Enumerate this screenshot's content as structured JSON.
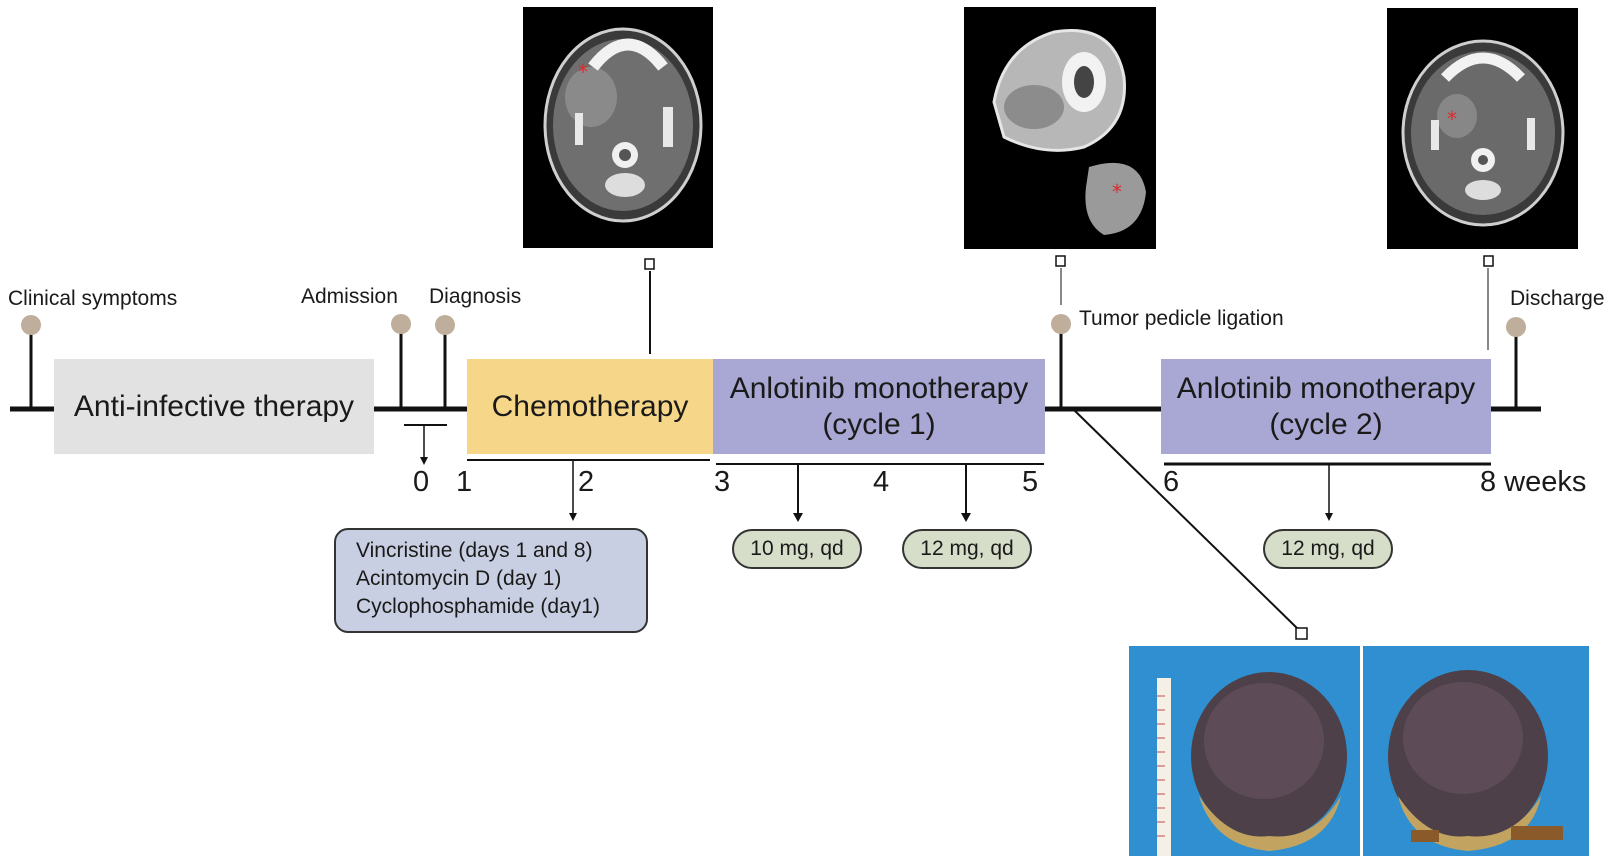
{
  "events": {
    "clinical_symptoms": "Clinical symptoms",
    "admission": "Admission",
    "diagnosis": "Diagnosis",
    "ligation": "Tumor pedicle ligation",
    "discharge": "Discharge"
  },
  "phases": {
    "anti_infective": "Anti-infective therapy",
    "chemotherapy": "Chemotherapy",
    "anlotinib1_line1": "Anlotinib monotherapy",
    "anlotinib1_line2": "(cycle 1)",
    "anlotinib2_line1": "Anlotinib monotherapy",
    "anlotinib2_line2": "(cycle 2)"
  },
  "ticks": [
    "0",
    "1",
    "2",
    "3",
    "4",
    "5",
    "6",
    "8 weeks"
  ],
  "regimen": [
    "Vincristine (days 1 and 8)",
    "Acintomycin D (day 1)",
    "Cyclophosphamide (day1)"
  ],
  "doses": [
    "10 mg, qd",
    "12 mg, qd",
    "12 mg, qd"
  ],
  "colors": {
    "anti_infective": "#e2e2e2",
    "chemotherapy": "#f6d78a",
    "anlotinib": "#a9a7d3",
    "regimen_box": "#c9cfe2",
    "dose_box": "#d6dec9",
    "event_dot": "#bfae9c",
    "marker_star": "#e0282e"
  }
}
